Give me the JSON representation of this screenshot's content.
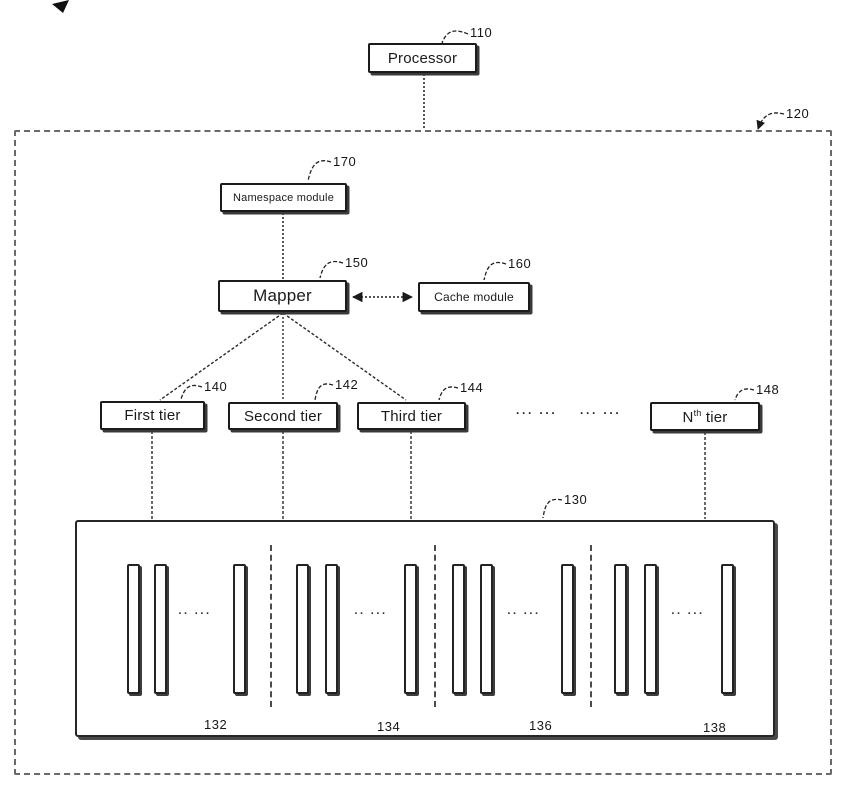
{
  "boxes": {
    "processor": "Processor",
    "namespace": "Namespace module",
    "mapper": "Mapper",
    "cache": "Cache module",
    "tier1": "First tier",
    "tier2": "Second tier",
    "tier3": "Third tier",
    "tierN": {
      "base": "N",
      "sup": "th",
      "rest": " tier"
    }
  },
  "refs": {
    "processor": "110",
    "system": "120",
    "namespace": "170",
    "mapper": "150",
    "cache": "160",
    "tier1": "140",
    "tier2": "142",
    "tier3": "144",
    "tierN": "148",
    "storage": "130",
    "group1": "132",
    "group2": "134",
    "group3": "136",
    "group4": "138"
  },
  "dots": {
    "tier_row_a": "··· ···",
    "tier_row_b": "··· ···",
    "group1": "·· ···",
    "group2": "·· ···",
    "group3": "·· ···",
    "group4": "·· ···"
  },
  "colors": {
    "ink": "#1a1a1a",
    "paper": "#ffffff"
  }
}
